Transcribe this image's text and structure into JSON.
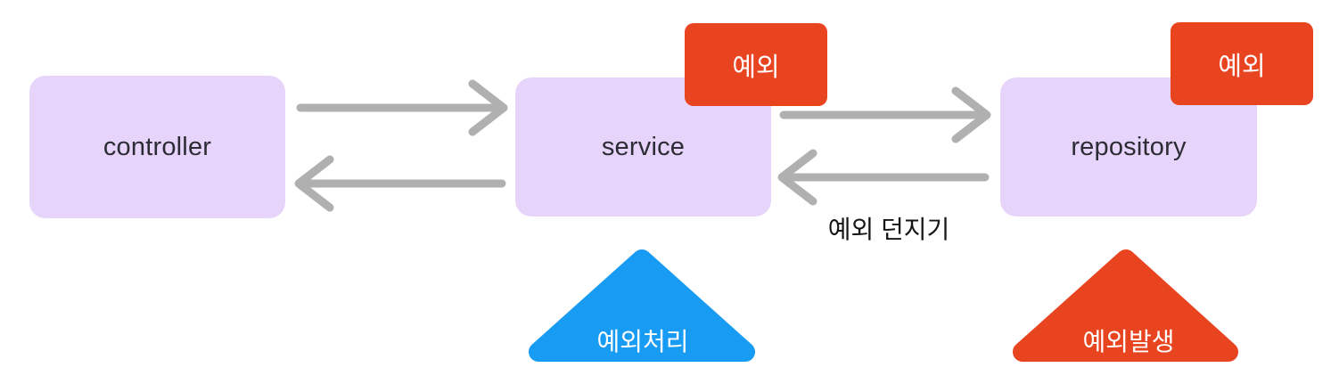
{
  "diagram": {
    "background_color": "#FFFFFF",
    "node_fill_color": "#E7D4FA",
    "node_text_color": "#2C2C34",
    "arrow_color": "#B0B0B0",
    "badge_fill_color": "#E94420",
    "badge_text_color": "#FFFFFF",
    "nodes": [
      {
        "label": "controller"
      },
      {
        "label": "service"
      },
      {
        "label": "repository"
      }
    ],
    "exception_badges": [
      {
        "label": "예외"
      },
      {
        "label": "예외"
      }
    ],
    "arrows": [
      {
        "name": "controller-to-service",
        "direction": "right"
      },
      {
        "name": "service-to-controller",
        "direction": "left"
      },
      {
        "name": "service-to-repository",
        "direction": "right"
      },
      {
        "name": "repository-to-service",
        "direction": "left",
        "label": "예외 던지기"
      }
    ],
    "throw_label": "예외 던지기",
    "triangles": [
      {
        "label": "예외처리",
        "fill": "#189BF2",
        "text_color": "#FFFFFF"
      },
      {
        "label": "예외발생",
        "fill": "#E94420",
        "text_color": "#FFFFFF"
      }
    ]
  }
}
